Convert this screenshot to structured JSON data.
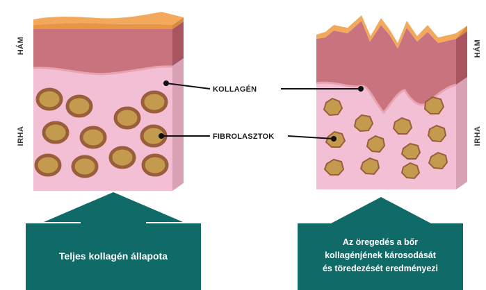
{
  "labels": {
    "ham_left": "HÁM",
    "irha_left": "IRHA",
    "ham_right": "HÁM",
    "irha_right": "IRHA",
    "kollagen": "KOLLAGÉN",
    "fibrolasztok": "FIBROLASZTOK"
  },
  "captions": {
    "left": "Teljes kollagén állapota",
    "right_lines": [
      "Az öregedés a bőr",
      "kollagénjének károsodását",
      "és töredezését eredményezi"
    ]
  },
  "colors": {
    "top_layer": "#f3a95c",
    "epidermis": "#c8737e",
    "dermis": "#f2bfd4",
    "dermis_side": "#d8a1b4",
    "fibroblast_fill": "#c49a4e",
    "fibroblast_ring": "#9a5e3a",
    "box_teal": "#0f6a68"
  }
}
